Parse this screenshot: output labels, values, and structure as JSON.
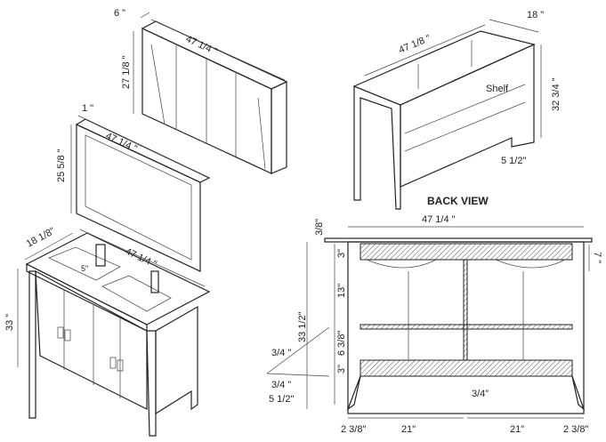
{
  "medicine_cabinet": {
    "depth": "6 \"",
    "width": "47 1/4 \"",
    "height": "27 1/8 \""
  },
  "mirror": {
    "depth": "1 \"",
    "width": "47 1/4 \"",
    "height": "25 5/8 \""
  },
  "vanity_rear": {
    "width": "47 1/8 \"",
    "depth": "18 \"",
    "height": "32  3/4 \"",
    "shelf_label": "Shelf",
    "shelf_offset": "5 1/2\""
  },
  "vanity": {
    "depth": "18 1/8\"",
    "width": "47 1/4 \"",
    "sink_depth": "5\"",
    "height": "33 \""
  },
  "back_view": {
    "title": "BACK VIEW",
    "top_thickness": "3/8\"",
    "width": "47 1/4 \"",
    "apron": "3\"",
    "upper_space": "13\"",
    "lower_space": "6 3/8\"",
    "bottom_rail": "3\"",
    "sink_drop": "7 \"",
    "total_height": "33 1/2\"",
    "shelf_thickness": "3/4 \"",
    "bottom_thickness": "3/4 \"",
    "leg_height": "5 1/2\"",
    "divider": "3/4\"",
    "left_leg": "2 3/8\"",
    "left_bay": "21\"",
    "right_bay": "21\"",
    "right_leg": "2 3/8\""
  }
}
